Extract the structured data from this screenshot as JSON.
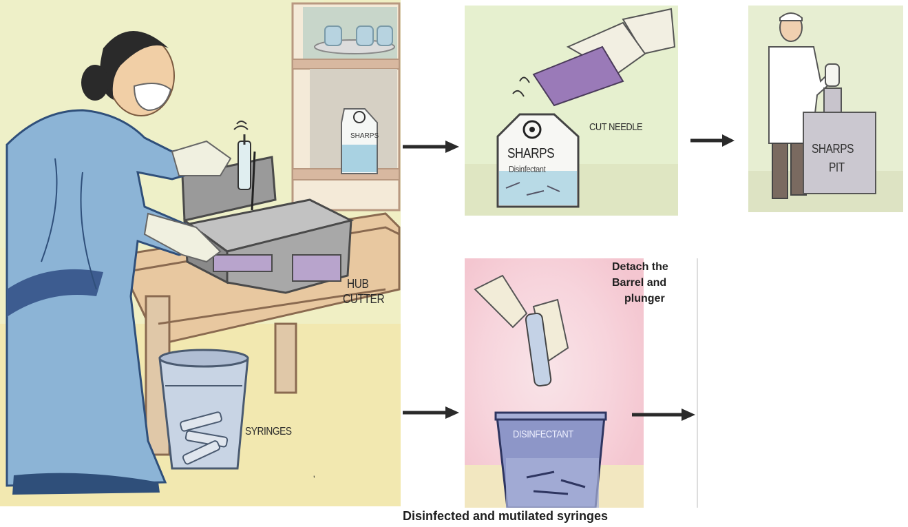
{
  "main_panel": {
    "hub_cutter_label_line1": "HUB",
    "hub_cutter_label_line2": "CUTTER",
    "syringes_label": "SYRINGES",
    "jar_label": "SHARPS",
    "stray_mark": "ʼ"
  },
  "cut_needle_panel": {
    "label": "CUT NEEDLE",
    "jar_title": "SHARPS",
    "jar_subtitle": "Disinfectant"
  },
  "sharps_pit_panel": {
    "sign_line1": "SHARPS",
    "sign_line2": "PIT"
  },
  "detach_panel": {
    "instruction_line1": "Detach the",
    "instruction_line2": "Barrel and",
    "instruction_line3": "plunger",
    "bucket_label": "DISINFECTANT"
  },
  "caption": "Disinfected and mutilated syringes",
  "colors": {
    "arrow": "#2a2a2a",
    "saree": "#8cb4d6",
    "lavender": "#b8a4cc",
    "bucket_blue": "#8d96c8",
    "pink_background": "#f7d4dc"
  }
}
